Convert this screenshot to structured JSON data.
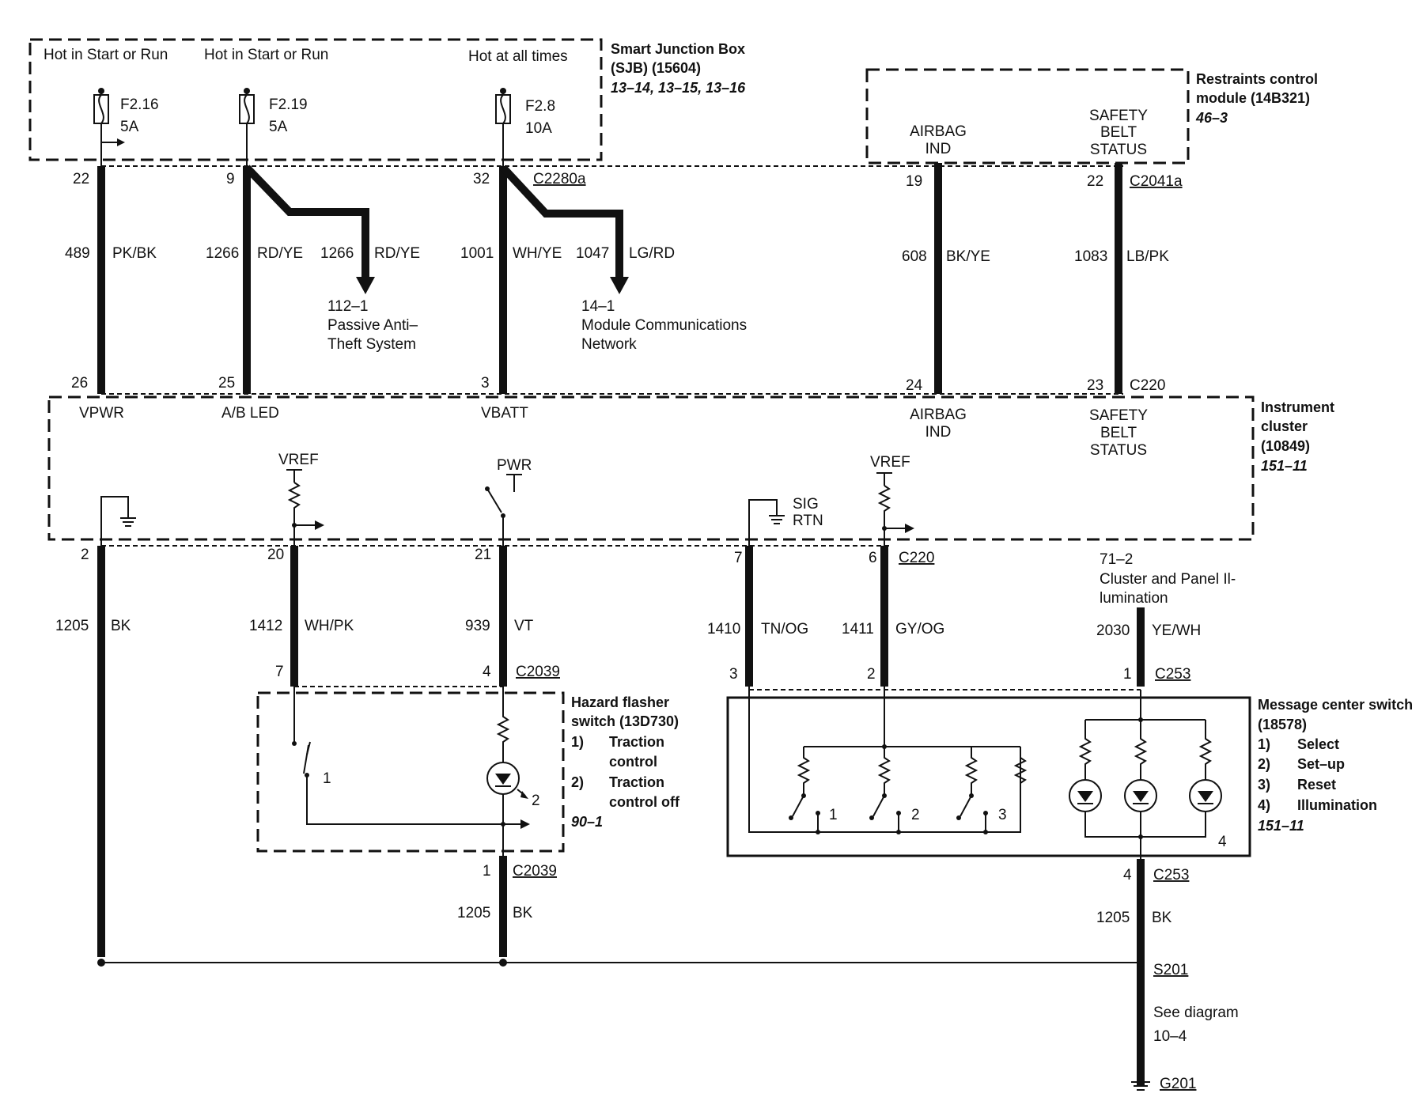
{
  "sjb": {
    "title": "Smart Junction Box",
    "subtitle": "(SJB) (15604)",
    "ref": "13–14, 13–15, 13–16",
    "hot1": "Hot in Start or Run",
    "hot2": "Hot in Start or Run",
    "hot3": "Hot at all times",
    "fuses": [
      {
        "id": "F2.16",
        "rating": "5A"
      },
      {
        "id": "F2.19",
        "rating": "5A"
      },
      {
        "id": "F2.8",
        "rating": "10A"
      }
    ]
  },
  "rcm": {
    "title": "Restraints control",
    "subtitle": "module (14B321)",
    "ref": "46–3",
    "airbag1": "AIRBAG",
    "airbag2": "IND",
    "belt1": "SAFETY",
    "belt2": "BELT",
    "belt3": "STATUS"
  },
  "upper_wires": {
    "pin22": "22",
    "c489": "489",
    "pkbk": "PK/BK",
    "pin26": "26",
    "pin9": "9",
    "c1266a": "1266",
    "rdye_a": "RD/YE",
    "c1266b": "1266",
    "rdye_b": "RD/YE",
    "pin25": "25",
    "pat_ref": "112–1",
    "pat1": "Passive Anti–",
    "pat2": "Theft System",
    "pin32": "32",
    "c2280a": "C2280a",
    "c1001": "1001",
    "whye": "WH/YE",
    "c1047": "1047",
    "lgrd": "LG/RD",
    "pin3": "3",
    "mcn_ref": "14–1",
    "mcn1": "Module Communications",
    "mcn2": "Network",
    "pin19": "19",
    "c608": "608",
    "bkye": "BK/YE",
    "pin24": "24",
    "pin22b": "22",
    "c2041a": "C2041a",
    "c1083": "1083",
    "lbpk": "LB/PK",
    "pin23": "23",
    "c220": "C220"
  },
  "cluster": {
    "title": "Instrument",
    "title2": "cluster",
    "part": "(10849)",
    "ref": "151–11",
    "vpwr": "VPWR",
    "abled": "A/B LED",
    "vbatt": "VBATT",
    "airbag1": "AIRBAG",
    "airbag2": "IND",
    "belt1": "SAFETY",
    "belt2": "BELT",
    "belt3": "STATUS",
    "vref1": "VREF",
    "pwr": "PWR",
    "sig": "SIG",
    "rtn": "RTN",
    "vref2": "VREF"
  },
  "lower_wires": {
    "pin2": "2",
    "c1205a": "1205",
    "bk_a": "BK",
    "pin20": "20",
    "c1412": "1412",
    "whpk": "WH/PK",
    "pin7": "7",
    "pin21": "21",
    "c939": "939",
    "vt": "VT",
    "pin4": "4",
    "c2039a": "C2039",
    "pin7b": "7",
    "c1410": "1410",
    "tnog": "TN/OG",
    "pin3b": "3",
    "pin6": "6",
    "c220b": "C220",
    "c1411": "1411",
    "gyog": "GY/OG",
    "pin2b": "2",
    "ill_ref": "71–2",
    "ill1": "Cluster and Panel Il-",
    "ill2": "lumination",
    "c2030": "2030",
    "yewh": "YE/WH",
    "pin1": "1",
    "c253a": "C253",
    "pin1b": "1",
    "c2039b": "C2039",
    "c1205b": "1205",
    "bk_b": "BK",
    "pin4b": "4",
    "c253b": "C253",
    "c1205c": "1205",
    "bk_c": "BK",
    "s201": "S201",
    "see1": "See diagram",
    "see2": "10–4",
    "g201": "G201"
  },
  "hazard": {
    "title1": "Hazard flasher",
    "title2": "switch (13D730)",
    "i1n": "1)",
    "i1a": "Traction",
    "i1b": "control",
    "i2n": "2)",
    "i2a": "Traction",
    "i2b": "control off",
    "ref": "90–1",
    "sw1": "1",
    "sw2": "2"
  },
  "msgsw": {
    "title1": "Message center switch",
    "title2": "(18578)",
    "i1n": "1)",
    "i1": "Select",
    "i2n": "2)",
    "i2": "Set–up",
    "i3n": "3)",
    "i3": "Reset",
    "i4n": "4)",
    "i4": "Illumination",
    "ref": "151–11",
    "s1": "1",
    "s2": "2",
    "s3": "3",
    "s4": "4"
  }
}
